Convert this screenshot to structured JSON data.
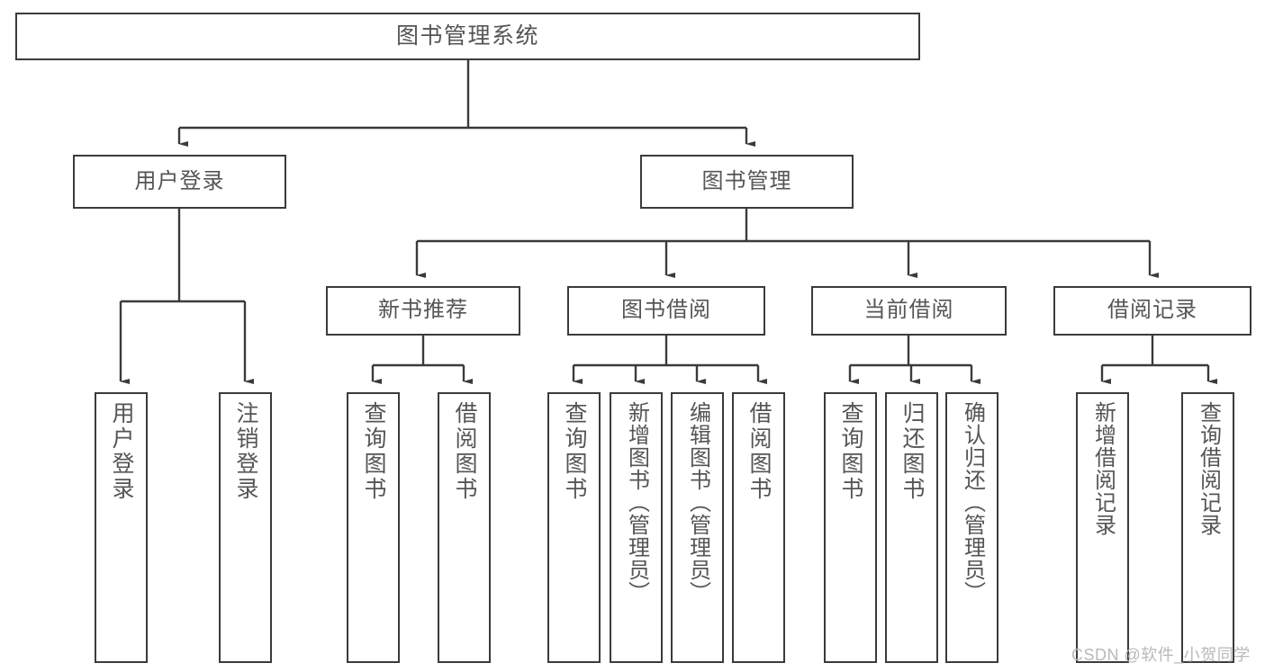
{
  "diagram": {
    "title": "图书管理系统",
    "type": "hierarchy-tree",
    "orientation": "top-down",
    "colors": {
      "box_border": "#3b3b3b",
      "box_fill": "#ffffff",
      "text": "#555555",
      "edge": "#3b3b3b",
      "watermark": "#b9b9b9"
    },
    "root": {
      "label": "图书管理系统"
    },
    "level2": [
      {
        "label": "用户登录"
      },
      {
        "label": "图书管理"
      }
    ],
    "level3": [
      {
        "label": "新书推荐"
      },
      {
        "label": "图书借阅"
      },
      {
        "label": "当前借阅"
      },
      {
        "label": "借阅记录"
      }
    ],
    "leaves": {
      "user_login": [
        {
          "label": "用户登录"
        },
        {
          "label": "注销登录"
        }
      ],
      "new_book_recommend": [
        {
          "label": "查询图书"
        },
        {
          "label": "借阅图书"
        }
      ],
      "book_borrow": [
        {
          "label": "查询图书"
        },
        {
          "label": "新增图书（管理员）"
        },
        {
          "label": "编辑图书（管理员）"
        },
        {
          "label": "借阅图书"
        }
      ],
      "current_borrow": [
        {
          "label": "查询图书"
        },
        {
          "label": "归还图书"
        },
        {
          "label": "确认归还（管理员）"
        }
      ],
      "borrow_record": [
        {
          "label": "新增借阅记录"
        },
        {
          "label": "查询借阅记录"
        }
      ]
    }
  },
  "watermark": {
    "text": "CSDN @软件_小贺同学"
  }
}
